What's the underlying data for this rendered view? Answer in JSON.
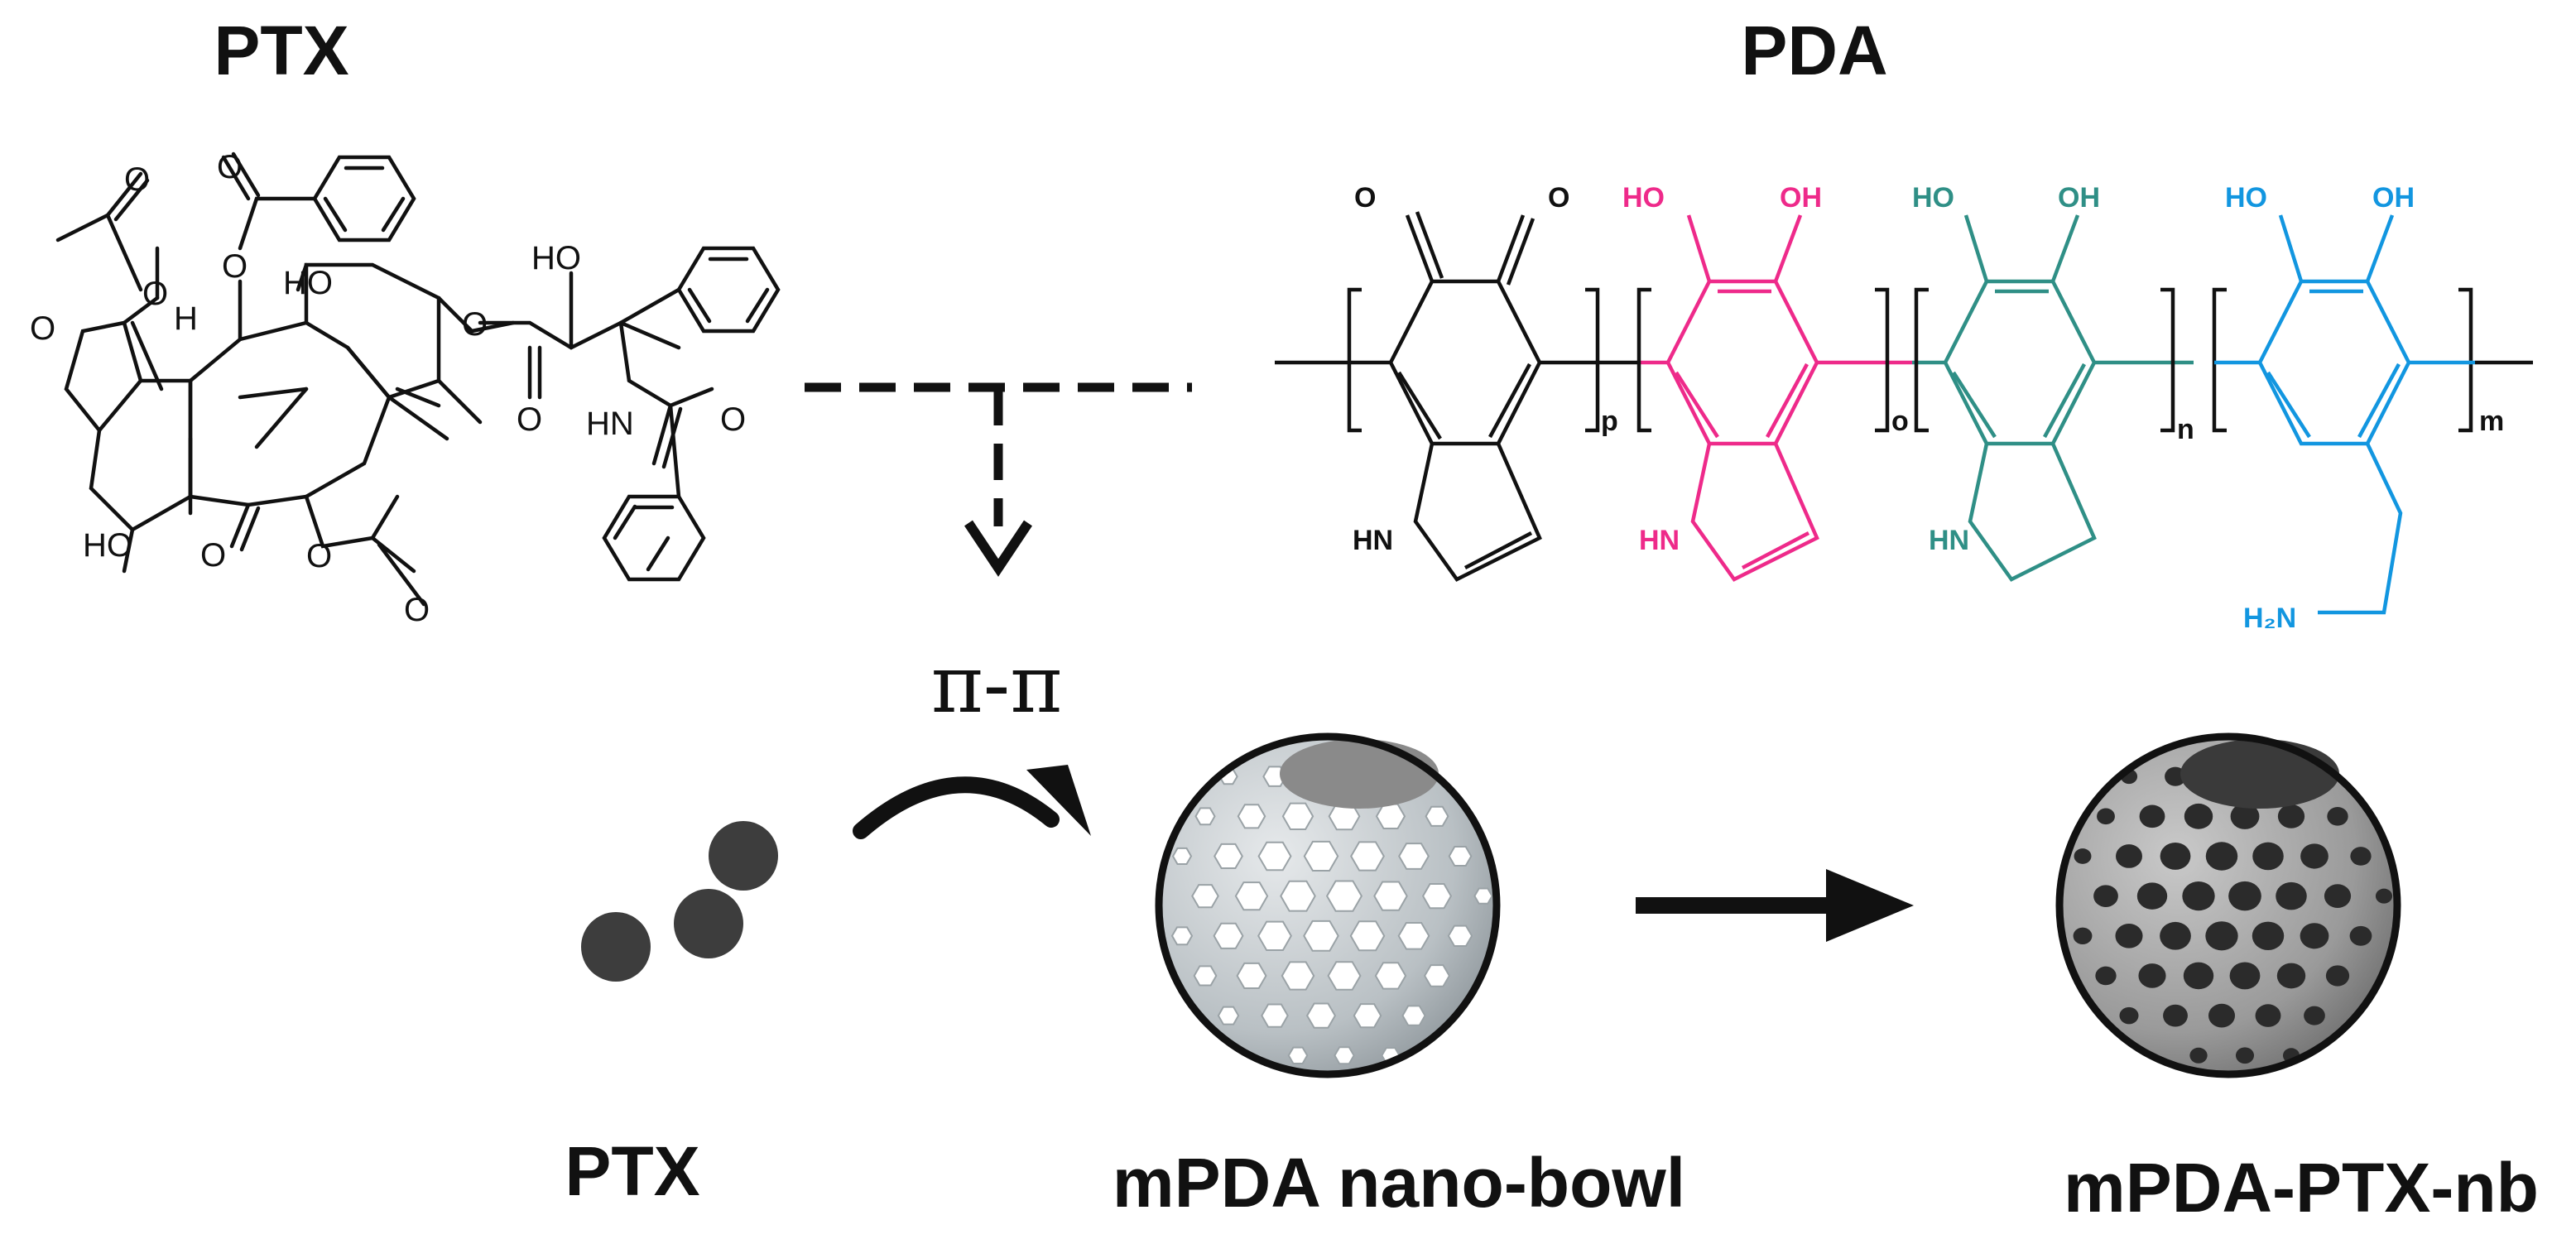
{
  "labels": {
    "ptx_top": "PTX",
    "pda_top": "PDA",
    "pi_pi": "π-π",
    "ptx_bottom": "PTX",
    "nano_bowl": "mPDA nano-bowl",
    "loaded": "mPDA-PTX-nb"
  },
  "ptx_atoms": {
    "o_carbonyl_1": "O",
    "o_carbonyl_2": "O",
    "o_ester_1": "O",
    "o_ester_2": "O",
    "o_oxetane": "O",
    "h": "H",
    "ho_1": "HO",
    "ho_2": "HO",
    "ho_3": "HO",
    "o_side_1": "O",
    "o_side_2": "O",
    "hn": "HN",
    "o_amide": "O",
    "o_ketone": "O",
    "o_acetate": "O",
    "o_acetate_2": "O"
  },
  "pda_atoms": {
    "unit1": {
      "o1": "O",
      "o2": "O",
      "nh": "HN",
      "sub": "p"
    },
    "unit2": {
      "oh1": "HO",
      "oh2": "OH",
      "nh": "HN",
      "sub": "o"
    },
    "unit3": {
      "oh1": "HO",
      "oh2": "OH",
      "nh": "HN",
      "sub": "n"
    },
    "unit4": {
      "oh1": "HO",
      "oh2": "OH",
      "amine": "H₂N",
      "sub": "m"
    }
  },
  "colors": {
    "unit1": "#111111",
    "unit2": "#ee2a8a",
    "unit3": "#2f8f86",
    "unit4": "#1296e0"
  }
}
